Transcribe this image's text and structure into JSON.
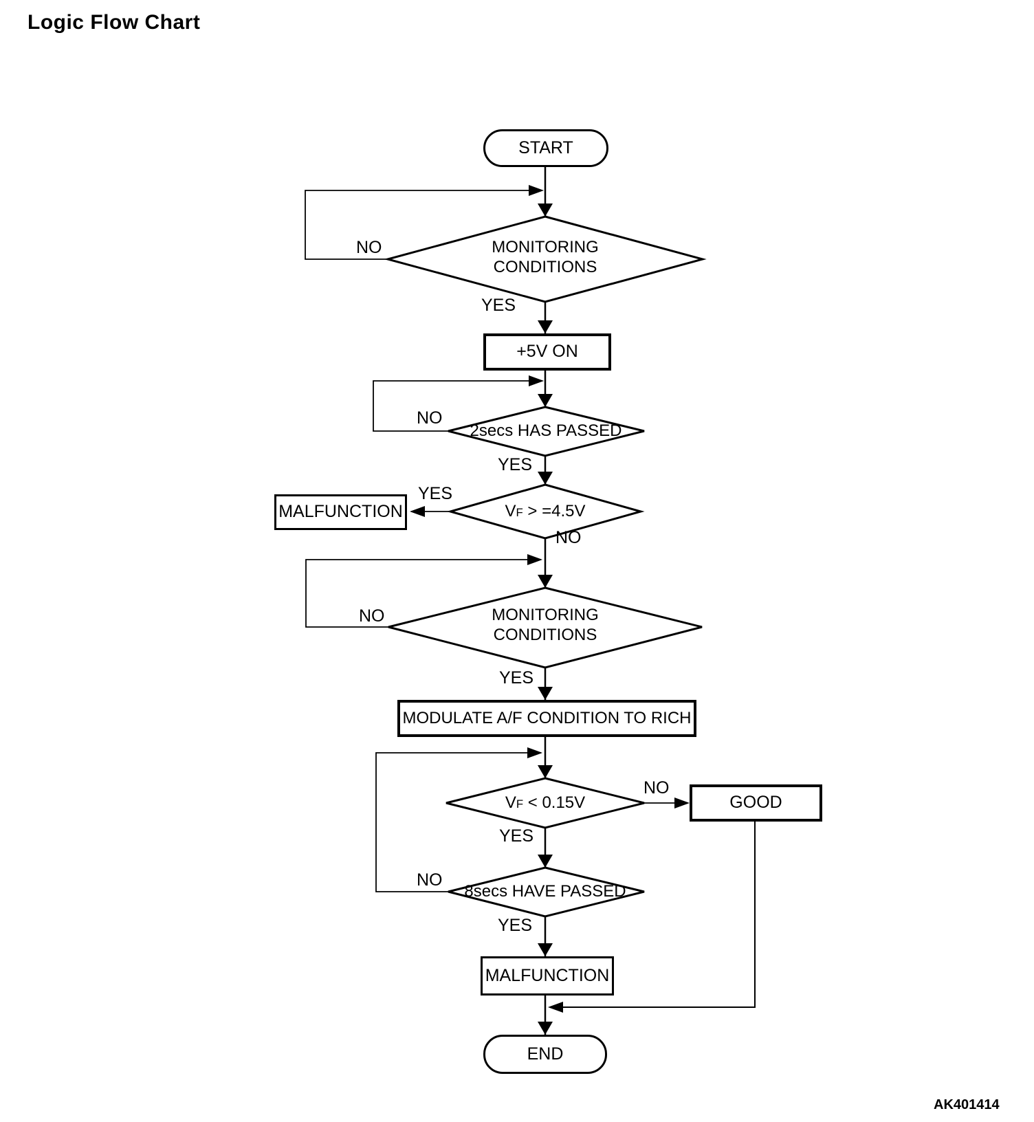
{
  "title": "Logic Flow Chart",
  "figure_code": "AK401414",
  "colors": {
    "line": "#000000",
    "background": "#ffffff",
    "text": "#000000"
  },
  "nodes": {
    "start": {
      "label": "START",
      "type": "terminator"
    },
    "monitoring_1": {
      "label": "MONITORING\nCONDITIONS",
      "type": "decision"
    },
    "plus_5v_on": {
      "label": "+5V ON",
      "type": "process"
    },
    "two_secs_has_passed": {
      "label": "2secs HAS PASSED",
      "type": "decision"
    },
    "vf_ge_4_5v": {
      "base": "V",
      "sub": "F",
      "cond": " > =4.5V",
      "type": "decision"
    },
    "malfunction_1": {
      "label": "MALFUNCTION",
      "type": "process"
    },
    "monitoring_2": {
      "label": "MONITORING\nCONDITIONS",
      "type": "decision"
    },
    "modulate_af_condition_to_rich": {
      "label": "MODULATE A/F CONDITION TO RICH",
      "type": "process"
    },
    "vf_lt_0_15v": {
      "base": "V",
      "sub": "F",
      "cond": " < 0.15V",
      "type": "decision"
    },
    "good": {
      "label": "GOOD",
      "type": "process"
    },
    "eight_secs_have_passed": {
      "label": "8secs HAVE PASSED",
      "type": "decision"
    },
    "malfunction_2": {
      "label": "MALFUNCTION",
      "type": "process"
    },
    "end": {
      "label": "END",
      "type": "terminator"
    }
  },
  "labels": {
    "m1_no": "NO",
    "m1_yes": "YES",
    "t2_no": "NO",
    "t2_yes": "YES",
    "vf45_yes": "YES",
    "vf45_no": "NO",
    "m2_no": "NO",
    "m2_yes": "YES",
    "vf015_no": "NO",
    "vf015_yes": "YES",
    "t8_no": "NO",
    "t8_yes": "YES"
  },
  "edges": [
    {
      "from": "start",
      "to": "monitoring_1",
      "label": ""
    },
    {
      "from": "monitoring_1",
      "to": "monitoring_1",
      "label": "NO"
    },
    {
      "from": "monitoring_1",
      "to": "plus_5v_on",
      "label": "YES"
    },
    {
      "from": "plus_5v_on",
      "to": "two_secs_has_passed",
      "label": ""
    },
    {
      "from": "two_secs_has_passed",
      "to": "two_secs_has_passed",
      "label": "NO"
    },
    {
      "from": "two_secs_has_passed",
      "to": "vf_ge_4_5v",
      "label": "YES"
    },
    {
      "from": "vf_ge_4_5v",
      "to": "malfunction_1",
      "label": "YES"
    },
    {
      "from": "vf_ge_4_5v",
      "to": "monitoring_2",
      "label": "NO"
    },
    {
      "from": "monitoring_2",
      "to": "monitoring_2",
      "label": "NO"
    },
    {
      "from": "monitoring_2",
      "to": "modulate_af_condition_to_rich",
      "label": "YES"
    },
    {
      "from": "modulate_af_condition_to_rich",
      "to": "vf_lt_0_15v",
      "label": ""
    },
    {
      "from": "vf_lt_0_15v",
      "to": "good",
      "label": "NO"
    },
    {
      "from": "vf_lt_0_15v",
      "to": "eight_secs_have_passed",
      "label": "YES"
    },
    {
      "from": "eight_secs_have_passed",
      "to": "vf_lt_0_15v",
      "label": "NO"
    },
    {
      "from": "eight_secs_have_passed",
      "to": "malfunction_2",
      "label": "YES"
    },
    {
      "from": "malfunction_2",
      "to": "end",
      "label": ""
    },
    {
      "from": "good",
      "to": "end",
      "label": ""
    }
  ]
}
